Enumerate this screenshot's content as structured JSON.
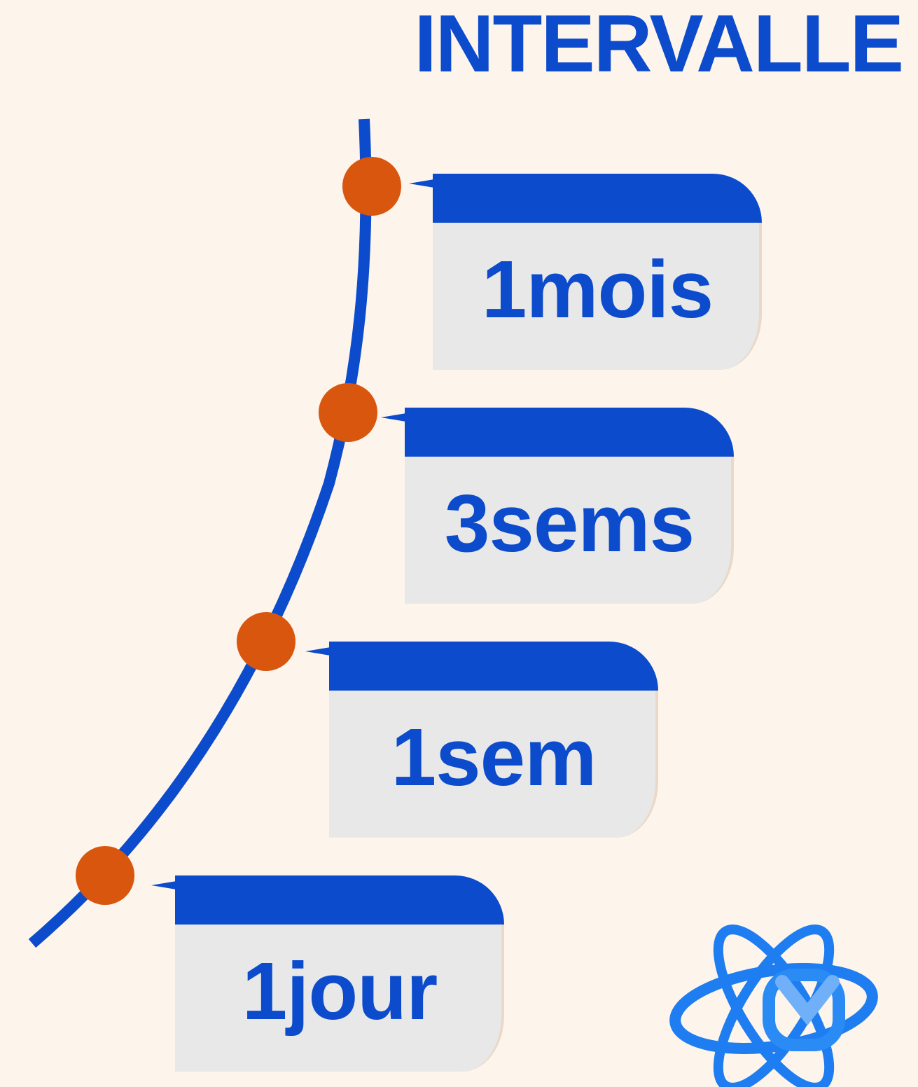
{
  "title": "INTERVALLE",
  "cards": [
    {
      "label": "1mois"
    },
    {
      "label": "3sems"
    },
    {
      "label": "1sem"
    },
    {
      "label": "1jour"
    }
  ],
  "colors": {
    "background": "#fdf5ec",
    "accent": "#0b4bcc",
    "marker": "#d9560f",
    "card_body": "#e8e8e8",
    "logo": "#1e7df0"
  },
  "logo": {
    "icon": "atom-logo-icon"
  }
}
